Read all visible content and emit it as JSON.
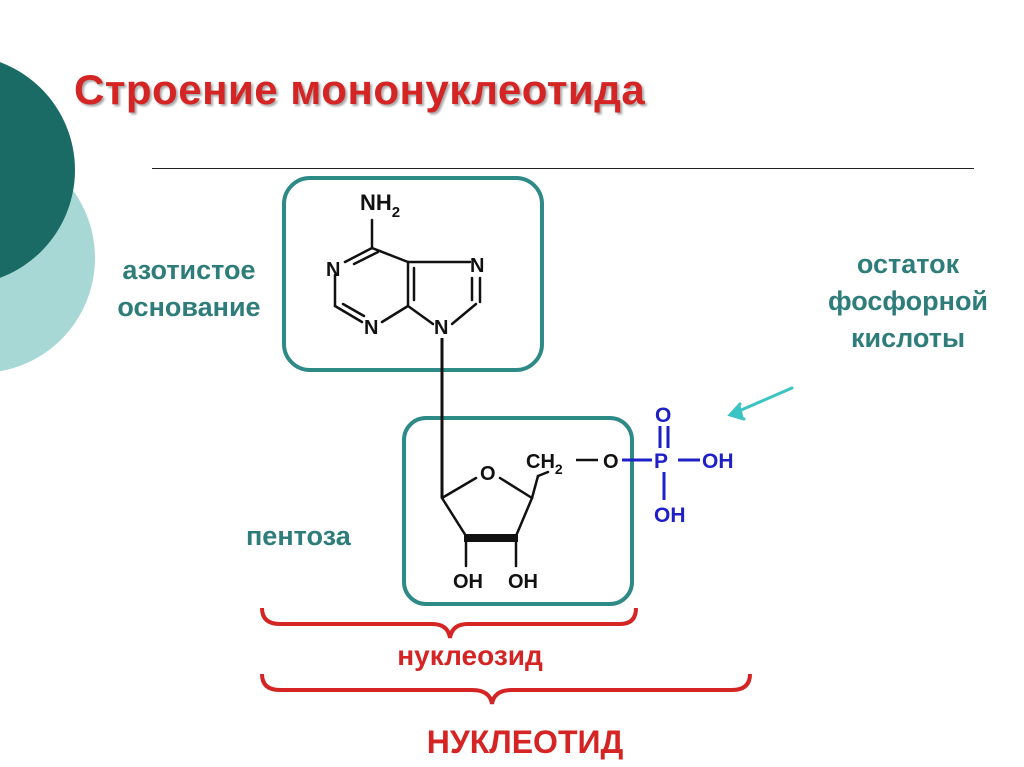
{
  "title": "Строение мононуклеотида",
  "labels": {
    "nitrogen_base": [
      "азотистое",
      "основание"
    ],
    "phosphate": [
      "остаток",
      "фосфорной",
      "кислоты"
    ],
    "pentose": "пентоза",
    "nucleoside": "нуклеозид",
    "nucleotide": "НУКЛЕОТИД"
  },
  "structure": {
    "base_atoms": {
      "nh2_main": "NH",
      "nh2_sub": "2",
      "n": "N"
    },
    "sugar_atoms": {
      "ring_o": "O",
      "ch2_main": "CH",
      "ch2_sub": "2",
      "link_o": "O",
      "oh": "OH"
    },
    "phosphate_atoms": {
      "p": "P",
      "o": "O",
      "oh": "OH"
    }
  },
  "colors": {
    "title": "#d42424",
    "labels": "#2e7d7b",
    "box_border": "#2e8a86",
    "phosphate": "#1f1fc8",
    "braces": "#d42424",
    "arrow": "#3cc3c3",
    "decor_dark": "#1a6b66",
    "decor_light": "#a7d8d5"
  }
}
